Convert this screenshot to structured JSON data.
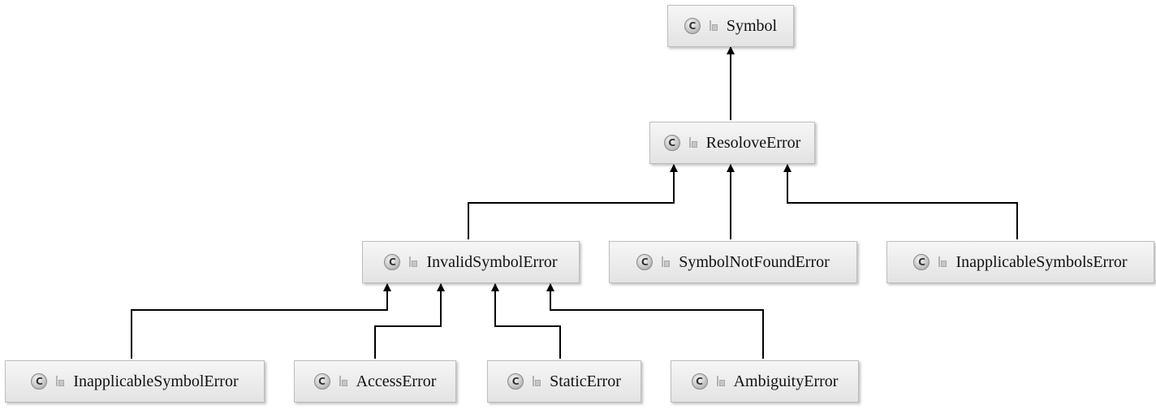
{
  "nodes": {
    "symbol": {
      "label": "Symbol",
      "icon": "class-icon",
      "icon_letter": "C"
    },
    "resolve_error": {
      "label": "ResoloveError",
      "icon": "class-icon",
      "icon_letter": "C"
    },
    "invalid_symbol_error": {
      "label": "InvalidSymbolError",
      "icon": "class-icon",
      "icon_letter": "C"
    },
    "symbol_not_found_error": {
      "label": "SymbolNotFoundError",
      "icon": "class-icon",
      "icon_letter": "C"
    },
    "inapplicable_symbols_error": {
      "label": "InapplicableSymbolsError",
      "icon": "class-icon",
      "icon_letter": "C"
    },
    "inapplicable_symbol_error": {
      "label": "InapplicableSymbolError",
      "icon": "class-icon",
      "icon_letter": "C"
    },
    "access_error": {
      "label": "AccessError",
      "icon": "class-icon",
      "icon_letter": "C"
    },
    "static_error": {
      "label": "StaticError",
      "icon": "class-icon",
      "icon_letter": "C"
    },
    "ambiguity_error": {
      "label": "AmbiguityError",
      "icon": "class-icon",
      "icon_letter": "C"
    }
  },
  "edges": [
    {
      "child": "resolve_error",
      "parent": "symbol"
    },
    {
      "child": "invalid_symbol_error",
      "parent": "resolve_error"
    },
    {
      "child": "symbol_not_found_error",
      "parent": "resolve_error"
    },
    {
      "child": "inapplicable_symbols_error",
      "parent": "resolve_error"
    },
    {
      "child": "inapplicable_symbol_error",
      "parent": "invalid_symbol_error"
    },
    {
      "child": "access_error",
      "parent": "invalid_symbol_error"
    },
    {
      "child": "static_error",
      "parent": "invalid_symbol_error"
    },
    {
      "child": "ambiguity_error",
      "parent": "invalid_symbol_error"
    }
  ],
  "colors": {
    "edge": "#000000",
    "node_border": "#bdbdbd"
  }
}
